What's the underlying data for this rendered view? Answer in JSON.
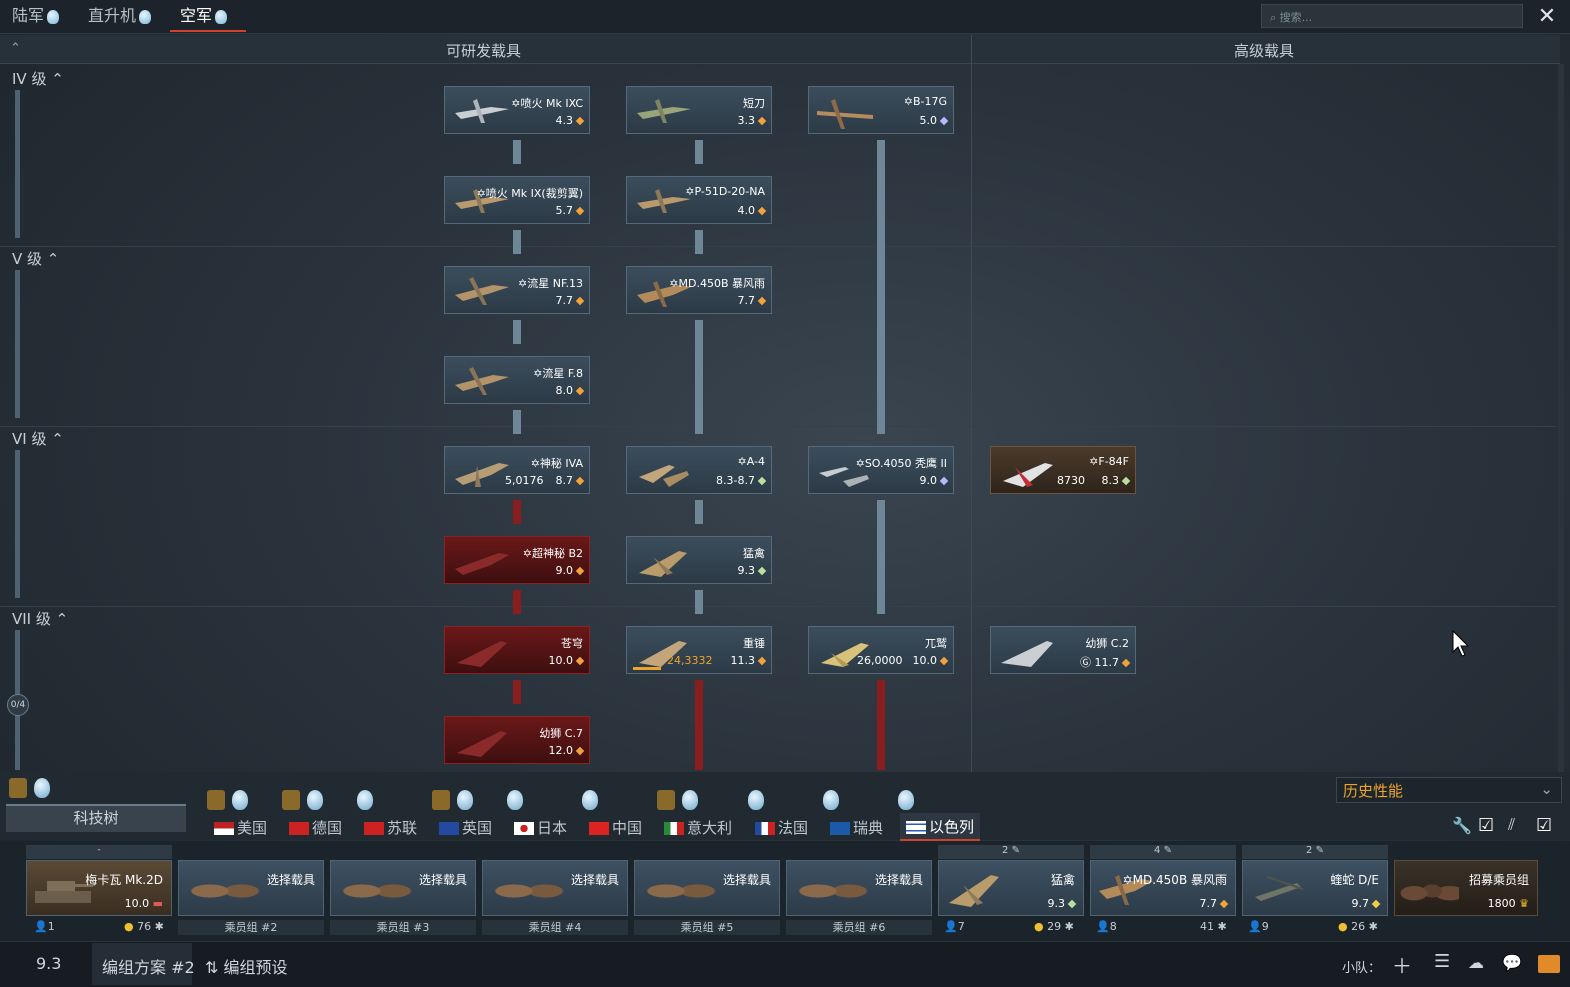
{
  "top_tabs": [
    {
      "label": "陆军",
      "active": false
    },
    {
      "label": "直升机",
      "active": false
    },
    {
      "label": "空军",
      "active": true
    }
  ],
  "search_placeholder": "搜索...",
  "headers": {
    "researchable": "可研发载具",
    "premium": "高级载具"
  },
  "ranks": [
    "IV 级",
    "V 级",
    "VI 级",
    "VII 级"
  ],
  "progress_badge": "0/4",
  "vehicles": [
    {
      "id": "spitfire-mk9",
      "name": "✡喷火 Mk IXC",
      "br": "4.3",
      "type": "normal"
    },
    {
      "id": "spitfire-mk9-clipped",
      "name": "✡喷火 Mk IX(裁剪翼)",
      "br": "5.7",
      "type": "normal"
    },
    {
      "id": "meteor-nf13",
      "name": "✡流星 NF.13",
      "br": "7.7",
      "type": "normal"
    },
    {
      "id": "meteor-f8",
      "name": "✡流星 F.8",
      "br": "8.0",
      "type": "normal"
    },
    {
      "id": "mystere-iva",
      "name": "✡神秘 IVA",
      "br": "8.7",
      "rp": "5,0176",
      "type": "normal"
    },
    {
      "id": "super-mystere",
      "name": "✡超神秘 B2",
      "br": "9.0",
      "type": "red"
    },
    {
      "id": "shahak",
      "name": "苍穹",
      "br": "10.0",
      "type": "red"
    },
    {
      "id": "kfir-c7",
      "name": "幼狮 C.7",
      "br": "12.0",
      "type": "red"
    },
    {
      "id": "avia-s199",
      "name": "短刀",
      "br": "3.3",
      "type": "normal"
    },
    {
      "id": "p51d",
      "name": "✡P-51D-20-NA",
      "br": "4.0",
      "type": "normal"
    },
    {
      "id": "md450b",
      "name": "✡MD.450B 暴风雨",
      "br": "7.7",
      "type": "normal"
    },
    {
      "id": "a4",
      "name": "✡A-4",
      "br": "8.3-8.7",
      "type": "normal"
    },
    {
      "id": "sa-nesher",
      "name": "猛禽",
      "br": "9.3",
      "type": "normal"
    },
    {
      "id": "netz",
      "name": "重锤",
      "br": "11.3",
      "rp": "24,3332",
      "type": "normal"
    },
    {
      "id": "b17g",
      "name": "✡B-17G",
      "br": "5.0",
      "type": "normal"
    },
    {
      "id": "so4050",
      "name": "✡SO.4050 秃鹰 II",
      "br": "9.0",
      "type": "normal"
    },
    {
      "id": "kurnass",
      "name": "兀鹫",
      "br": "10.0",
      "rp": "26,0000",
      "type": "normal"
    },
    {
      "id": "f84f",
      "name": "✡F-84F",
      "br": "8.3",
      "rp": "8730",
      "type": "prem"
    },
    {
      "id": "kfir-c2",
      "name": "幼狮 C.2",
      "br": "11.7",
      "type": "prem"
    }
  ],
  "history_performance": "历史性能",
  "tech_tree_label": "科技树",
  "nations": [
    "美国",
    "德国",
    "苏联",
    "英国",
    "日本",
    "中国",
    "意大利",
    "法国",
    "瑞典",
    "以色列"
  ],
  "active_nation": "以色列",
  "crew_slots": [
    {
      "label": "梅卡瓦 Mk.2D",
      "br": "10.0",
      "crew": "1",
      "count": "76",
      "top": "-"
    },
    {
      "label": "选择载具",
      "crew": "乘员组 #2"
    },
    {
      "label": "选择载具",
      "crew": "乘员组 #3"
    },
    {
      "label": "选择载具",
      "crew": "乘员组 #4"
    },
    {
      "label": "选择载具",
      "crew": "乘员组 #5"
    },
    {
      "label": "选择载具",
      "crew": "乘员组 #6"
    },
    {
      "label": "猛禽",
      "br": "9.3",
      "crew": "7",
      "count": "29",
      "top": "2"
    },
    {
      "label": "✡MD.450B 暴风雨",
      "br": "7.7",
      "crew": "8",
      "count": "41",
      "top": "4"
    },
    {
      "label": "蝰蛇 D/E",
      "br": "9.7",
      "crew": "9",
      "count": "26",
      "top": "2"
    }
  ],
  "recruit": {
    "label": "招募乘员组",
    "cost": "1800"
  },
  "bottom": {
    "br": "9.3",
    "preset": "编组方案 #2",
    "presets_button": "编组预设",
    "squad": "小队："
  }
}
